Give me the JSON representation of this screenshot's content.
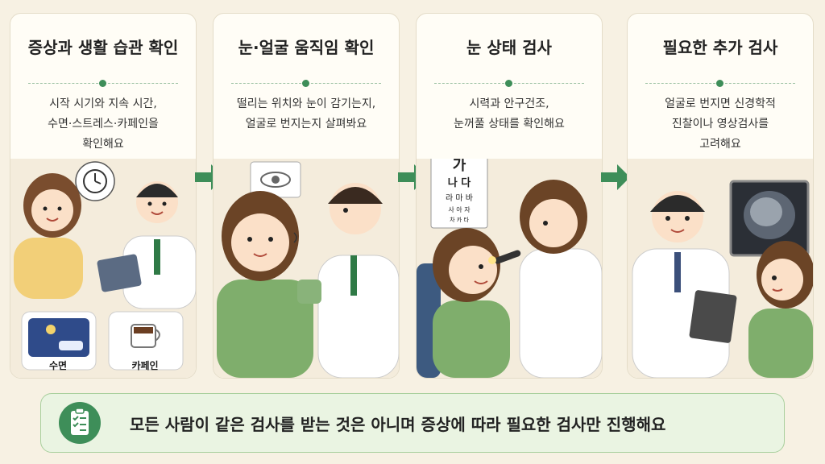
{
  "panels": [
    {
      "title": "증상과 생활 습관 확인",
      "desc": "시작 시기와 지속 시간,\n수면·스트레스·카페인을\n확인해요"
    },
    {
      "title": "눈·얼굴 움직임 확인",
      "desc": "떨리는 위치와 눈이 감기는지,\n얼굴로 번지는지 살펴봐요"
    },
    {
      "title": "눈 상태 검사",
      "desc": "시력과 안구건조,\n눈꺼풀 상태를 확인해요"
    },
    {
      "title": "필요한 추가 검사",
      "desc": "얼굴로 번지면 신경학적\n진찰이나 영상검사를\n고려해요"
    }
  ],
  "tags": {
    "sleep": "수면",
    "caffeine": "카페인"
  },
  "eye_chart": {
    "row1": "가",
    "row2": "나 다",
    "row3": "라 마 바",
    "row4": "사 아 자",
    "row5": "차 카 타"
  },
  "banner": {
    "text": "모든 사람이 같은 검사를 받는 것은 아니며 증상에 따라 필요한 검사만 진행해요"
  },
  "colors": {
    "accent": "#3e8e59",
    "banner_bg": "#eaf4e2",
    "panel_bg": "#fffdf6"
  }
}
